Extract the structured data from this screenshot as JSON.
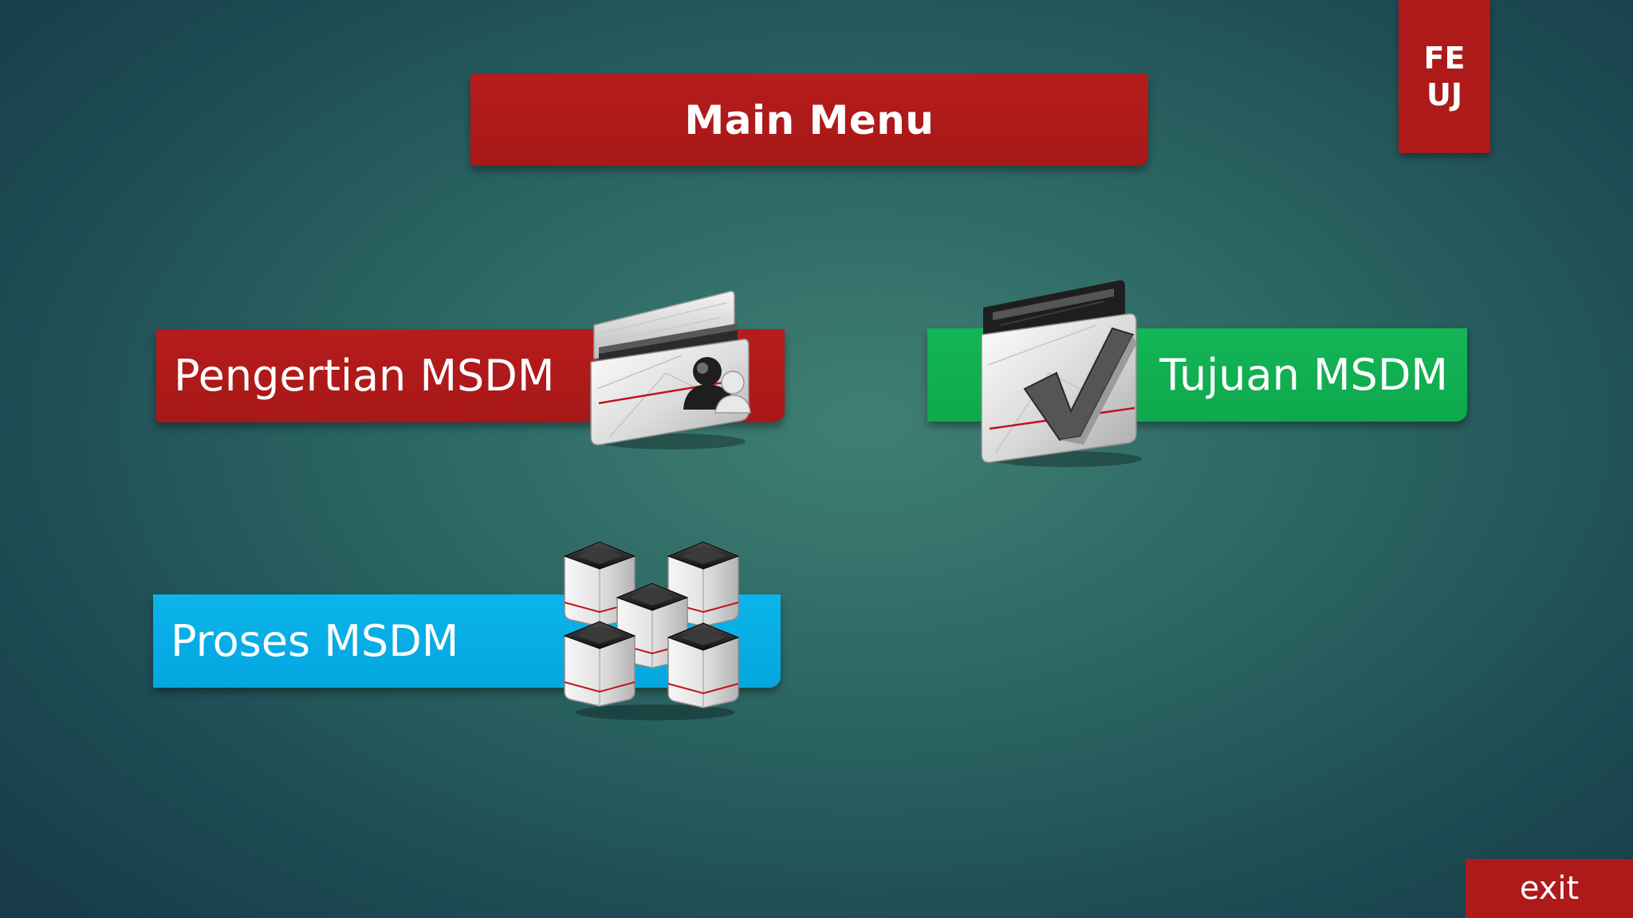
{
  "header": {
    "title": "Main Menu"
  },
  "badge": {
    "line1": "FE",
    "line2": "UJ"
  },
  "menu": {
    "pengertian": {
      "label": "Pengertian MSDM",
      "icon": "folder-user-icon",
      "color": "#b71c1c"
    },
    "tujuan": {
      "label": "Tujuan MSDM",
      "icon": "folder-check-icon",
      "color": "#13b657"
    },
    "proses": {
      "label": "Proses MSDM",
      "icon": "cubes-icon",
      "color": "#0bb4ec"
    }
  },
  "footer": {
    "exit_label": "exit"
  },
  "colors": {
    "background": "#2d6864",
    "accent_red": "#ae1a1a"
  }
}
